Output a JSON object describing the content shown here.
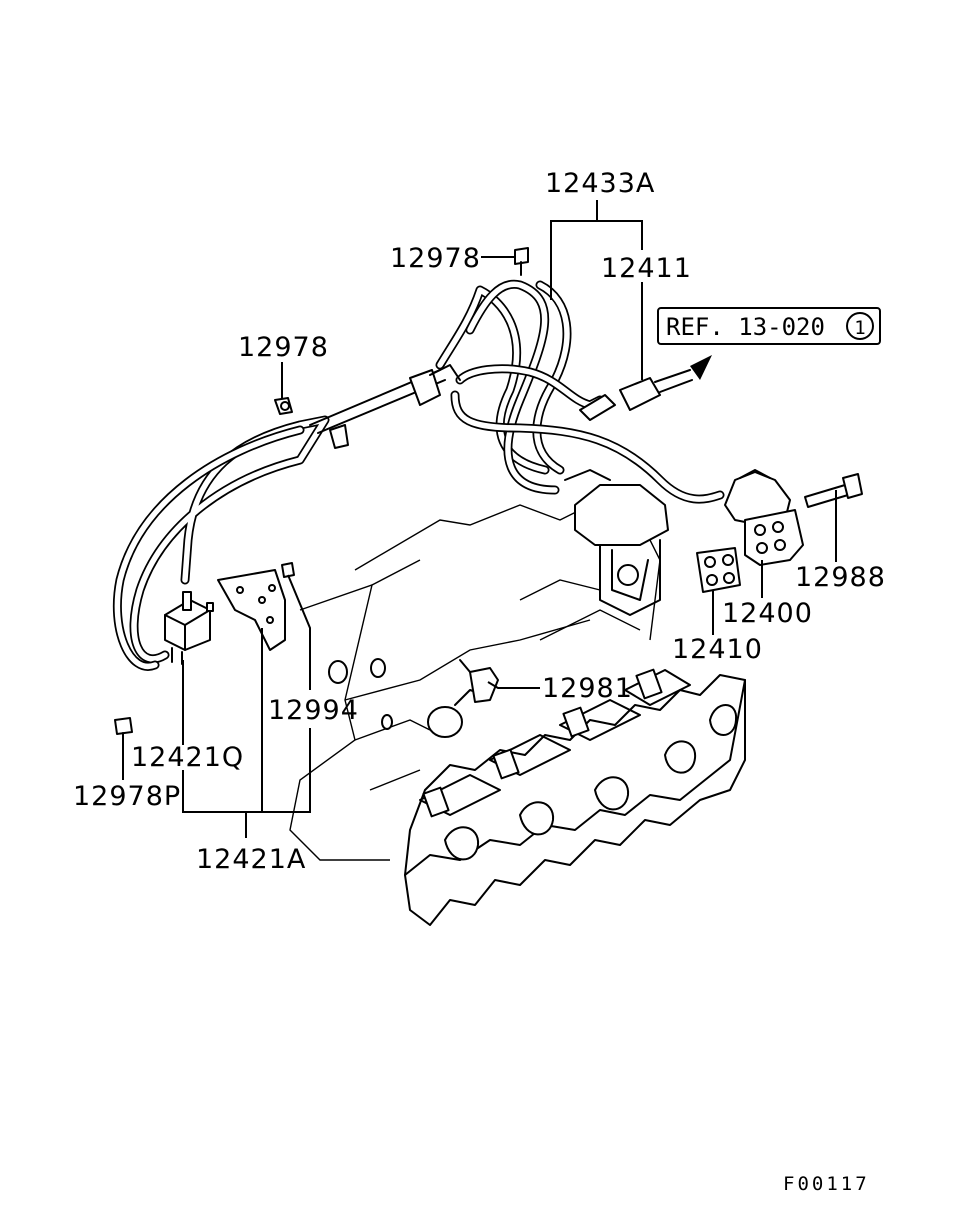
{
  "labels": {
    "l12433A": "12433A",
    "l12978_top": "12978",
    "l12411": "12411",
    "l12978_left": "12978",
    "ref_text": "REF. 13-020",
    "ref_circle": "1",
    "l12988": "12988",
    "l12400": "12400",
    "l12410": "12410",
    "l12981": "12981",
    "l12994": "12994",
    "l12421Q": "12421Q",
    "l12978P": "12978P",
    "l12421A": "12421A",
    "figure_code": "F00117"
  }
}
